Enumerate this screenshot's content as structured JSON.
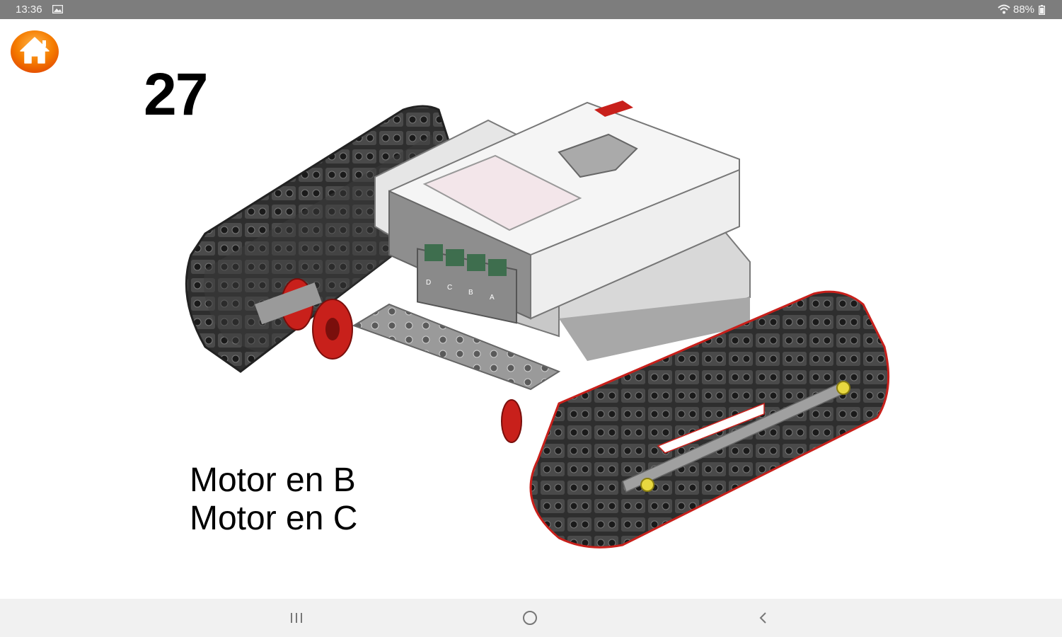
{
  "status_bar": {
    "time": "13:36",
    "battery": "88%",
    "icons": [
      "image-icon",
      "wifi-icon",
      "battery-icon"
    ]
  },
  "home_button": {
    "icon": "home-icon",
    "color": "#f57c00"
  },
  "step": {
    "number": "27"
  },
  "caption": {
    "line1": "Motor en B",
    "line2": "Motor en C"
  },
  "ev3_brick": {
    "port_labels": [
      "D",
      "C",
      "B",
      "A"
    ]
  },
  "nav_bar": {
    "buttons": [
      "recents-icon",
      "home-circle-icon",
      "back-chevron-icon"
    ]
  },
  "colors": {
    "accent_orange": "#f57c00",
    "motor_red": "#c8201b",
    "status_bar_gray": "#7d7d7d",
    "nav_bar_gray": "#f1f1f1"
  }
}
